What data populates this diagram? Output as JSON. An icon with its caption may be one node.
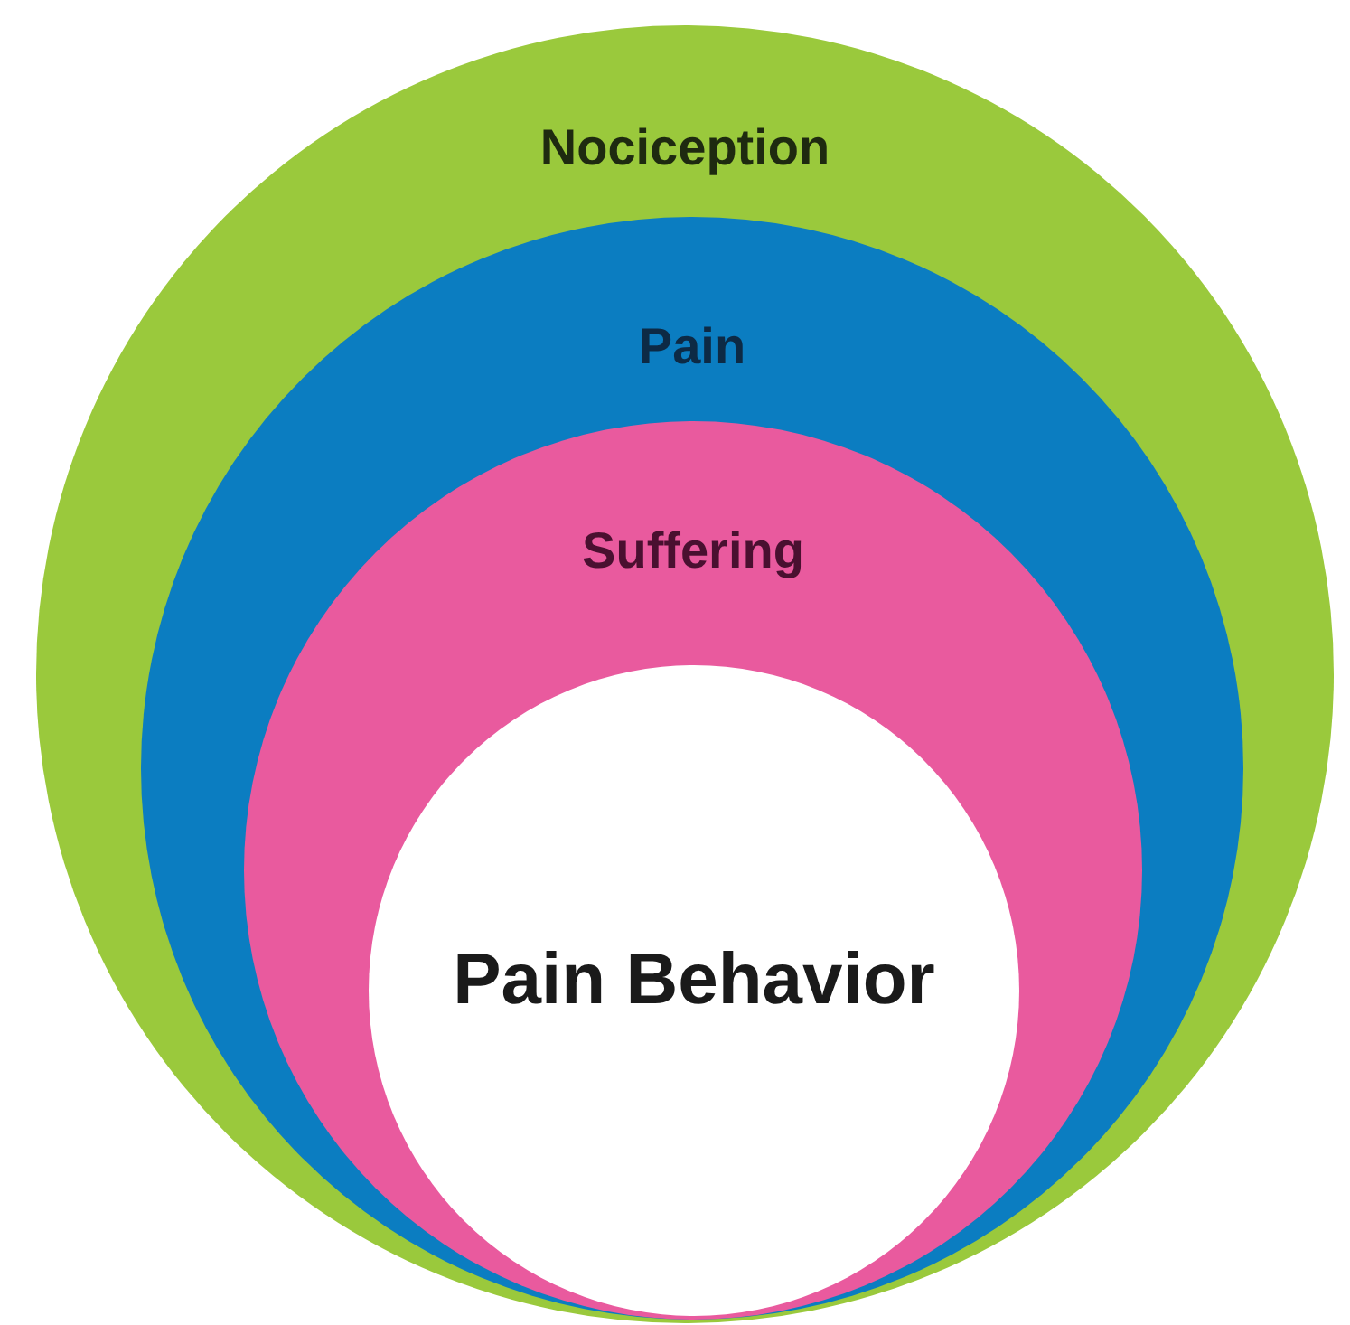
{
  "diagram": {
    "nodes": [
      {
        "text": [
          "Nociception"
        ]
      },
      {
        "text": [
          "Pain"
        ],
        "in": 0
      },
      {
        "text": [
          "Suffering"
        ],
        "in": 1
      },
      {
        "text": [
          "Pain Behavior"
        ],
        "in": 2
      }
    ]
  }
}
